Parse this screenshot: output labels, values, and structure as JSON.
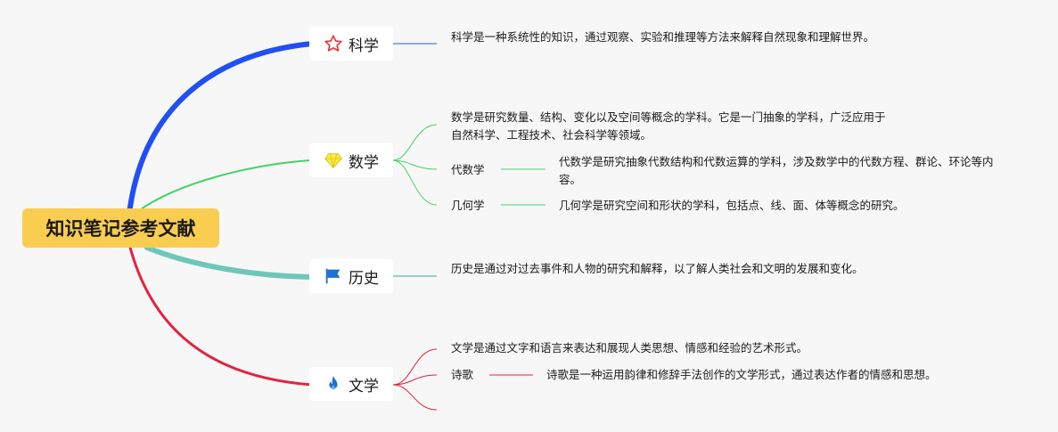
{
  "root": {
    "label": "知识笔记参考文献"
  },
  "branches": {
    "science": {
      "label": "科学",
      "icon": "star-icon",
      "color": "#1f4ff5",
      "desc": "科学是一种系统性的知识，通过观察、实验和推理等方法来解释自然现象和理解世界。"
    },
    "math": {
      "label": "数学",
      "icon": "gem-icon",
      "color": "#45d26a",
      "desc": "数学是研究数量、结构、变化以及空间等概念的学科。它是一门抽象的学科，广泛应用于自然科学、工程技术、社会科学等领域。",
      "children": [
        {
          "label": "代数学",
          "desc": "代数学是研究抽象代数结构和代数运算的学科，涉及数学中的代数方程、群论、环论等内容。"
        },
        {
          "label": "几何学",
          "desc": "几何学是研究空间和形状的学科，包括点、线、面、体等概念的研究。"
        }
      ]
    },
    "history": {
      "label": "历史",
      "icon": "flag-icon",
      "color": "#6ec7b8",
      "desc": "历史是通过对过去事件和人物的研究和解释，以了解人类社会和文明的发展和变化。"
    },
    "literature": {
      "label": "文学",
      "icon": "fire-icon",
      "color": "#e5223f",
      "desc": "文学是通过文字和语言来表达和展现人类思想、情感和经验的艺术形式。",
      "children": [
        {
          "label": "诗歌",
          "desc": "诗歌是一种运用韵律和修辞手法创作的文学形式，通过表达作者的情感和思想。"
        }
      ]
    }
  }
}
